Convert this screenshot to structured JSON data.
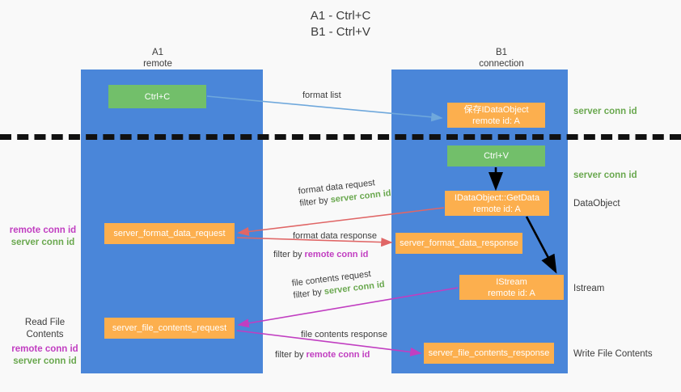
{
  "title": {
    "line1": "A1 - Ctrl+C",
    "line2": "B1 - Ctrl+V"
  },
  "lanes": [
    {
      "id": "A1",
      "name": "A1",
      "role": "remote",
      "color": "#4a86d9"
    },
    {
      "id": "B1",
      "name": "B1",
      "role": "connection",
      "color": "#4a86d9"
    }
  ],
  "colors": {
    "lane": "#4a86d9",
    "green_box": "#72bf6a",
    "orange_box": "#fcaf4e",
    "server_conn_id": "#6aa84f",
    "remote_conn_id": "#c13ec1",
    "arrow_format_list": "#6fa8dc",
    "arrow_format_data": "#e06666",
    "arrow_file_contents": "#c13ec1",
    "arrow_internal": "#000000",
    "background": "#f9f9f9"
  },
  "boxes": {
    "ctrl_c": {
      "label": "Ctrl+C",
      "kind": "green"
    },
    "save_idataobject": {
      "line1": "保存IDataObject",
      "line2": "remote id: A",
      "kind": "orange"
    },
    "ctrl_v": {
      "label": "Ctrl+V",
      "kind": "green"
    },
    "getdata": {
      "line1": "IDataObject::GetData",
      "line2": "remote id: A",
      "kind": "orange"
    },
    "istream": {
      "line1": "IStream",
      "line2": "remote id: A",
      "kind": "orange"
    },
    "server_format_data_request": {
      "label": "server_format_data_request",
      "kind": "orange"
    },
    "server_format_data_response": {
      "label": "server_format_data_response",
      "kind": "orange"
    },
    "server_file_contents_request": {
      "label": "server_file_contents_request",
      "kind": "orange"
    },
    "server_file_contents_response": {
      "label": "server_file_contents_response",
      "kind": "orange"
    }
  },
  "edge_labels": {
    "format_list": "format list",
    "format_data_request": {
      "line1": "format data request",
      "prefix": "filter by ",
      "tag": "server conn id",
      "tag_color": "server"
    },
    "format_data_response": {
      "line1": "format data response",
      "prefix": "filter by ",
      "tag": "remote conn id",
      "tag_color": "remote"
    },
    "file_contents_request": {
      "line1": "file contents request",
      "prefix": "filter by ",
      "tag": "server conn id",
      "tag_color": "server"
    },
    "file_contents_response": {
      "line1": "file contents response",
      "prefix": "filter by ",
      "tag": "remote conn id",
      "tag_color": "remote"
    }
  },
  "right_notes": {
    "conn_top": "server conn id",
    "conn_mid": "server conn id",
    "dataobject": "DataObject",
    "istream": "Istream",
    "write_file_contents": "Write File Contents"
  },
  "left_notes": {
    "group1": {
      "remote": "remote conn id",
      "server": "server conn id"
    },
    "group2": {
      "heading": "Read File Contents",
      "remote": "remote conn id",
      "server": "server conn id"
    }
  }
}
